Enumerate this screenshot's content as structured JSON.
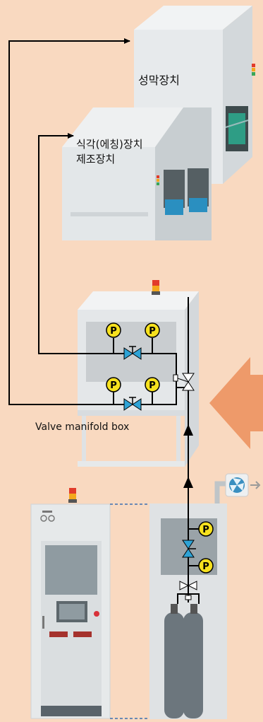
{
  "labels": {
    "deposition_equipment": "성막장치",
    "etching_equipment_line1": "식각(에칭)장치",
    "etching_equipment_line2": "제조장치",
    "valve_manifold_box": "Valve manifold box"
  },
  "gauge_letter": "P",
  "colors": {
    "background": "#f9d9c0",
    "equipment_body": "#e6e9ea",
    "equipment_panel": "#c7cccf",
    "big_arrow": "#ee9a6a",
    "pipe": "#000000",
    "gauge_fill": "#f6e11e",
    "valve_fill": "#2ea3d6",
    "cylinder": "#6c767d",
    "screen": "#8f9ba1"
  },
  "icons": [
    "pressure-gauge-icon",
    "valve-icon",
    "exhaust-fan-icon",
    "beacon-light-icon",
    "gas-cylinder-icon"
  ]
}
